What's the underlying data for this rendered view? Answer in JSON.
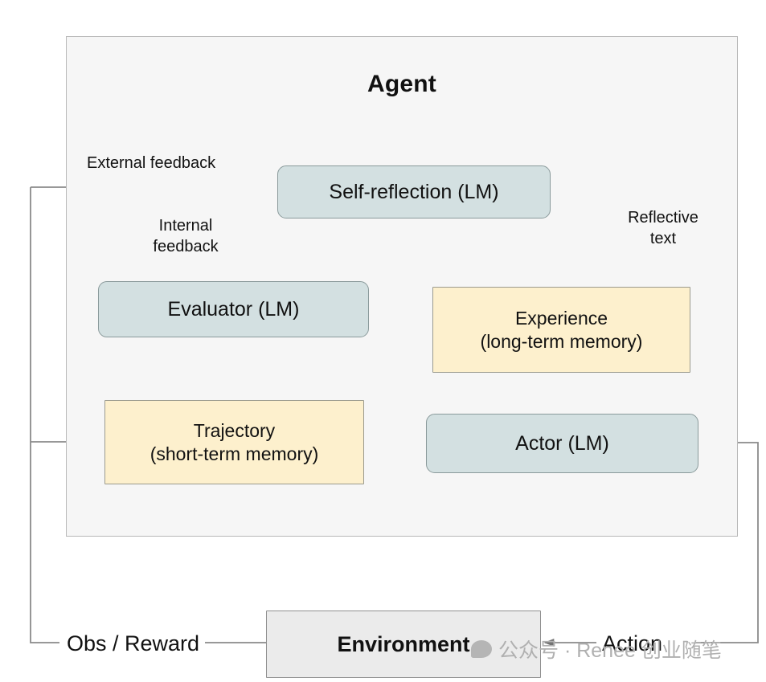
{
  "diagram": {
    "title": "Agent",
    "container_label": "Agent",
    "nodes": [
      {
        "id": "self-reflection",
        "line1": "Self-reflection (LM)",
        "line2": "",
        "color": "#d3e0e1",
        "kind": "lm"
      },
      {
        "id": "evaluator",
        "line1": "Evaluator (LM)",
        "line2": "",
        "color": "#d3e0e1",
        "kind": "lm"
      },
      {
        "id": "experience",
        "line1": "Experience",
        "line2": "(long-term memory)",
        "color": "#fdf0cd",
        "kind": "memory"
      },
      {
        "id": "trajectory",
        "line1": "Trajectory",
        "line2": "(short-term memory)",
        "color": "#fdf0cd",
        "kind": "memory"
      },
      {
        "id": "actor",
        "line1": "Actor (LM)",
        "line2": "",
        "color": "#d3e0e1",
        "kind": "lm"
      },
      {
        "id": "environment",
        "line1": "Environment",
        "line2": "",
        "color": "#ebebeb",
        "kind": "external"
      }
    ],
    "edge_labels": {
      "external_feedback": "External feedback",
      "internal_feedback_line1": "Internal",
      "internal_feedback_line2": "feedback",
      "reflective_text_line1": "Reflective",
      "reflective_text_line2": "text",
      "obs_reward": "Obs / Reward",
      "action": "Action"
    },
    "edges": [
      {
        "from": "environment",
        "to": "self-reflection",
        "label": "External feedback"
      },
      {
        "from": "evaluator",
        "to": "self-reflection",
        "label": "Internal feedback"
      },
      {
        "from": "self-reflection",
        "to": "experience",
        "label": "Reflective text"
      },
      {
        "from": "trajectory",
        "to": "evaluator",
        "label": ""
      },
      {
        "from": "experience",
        "to": "actor",
        "label": ""
      },
      {
        "from": "trajectory",
        "to": "actor",
        "label": ""
      },
      {
        "from": "environment",
        "to": "trajectory",
        "label": "Obs / Reward"
      },
      {
        "from": "actor",
        "to": "environment",
        "label": "Action"
      }
    ],
    "colors": {
      "agent_background": "#f6f6f6",
      "agent_border": "#b8b8b8",
      "lm_fill": "#d3e0e1",
      "lm_border": "#8a9a9b",
      "memory_fill": "#fdf0cd",
      "memory_border": "#9a9a8e",
      "external_fill": "#ebebeb",
      "external_border": "#8f8f8f",
      "wire": "#808080",
      "text": "#111111",
      "watermark": "#b0b0b0"
    }
  },
  "watermark": {
    "text": "公众号 · Renee 创业随笔"
  }
}
